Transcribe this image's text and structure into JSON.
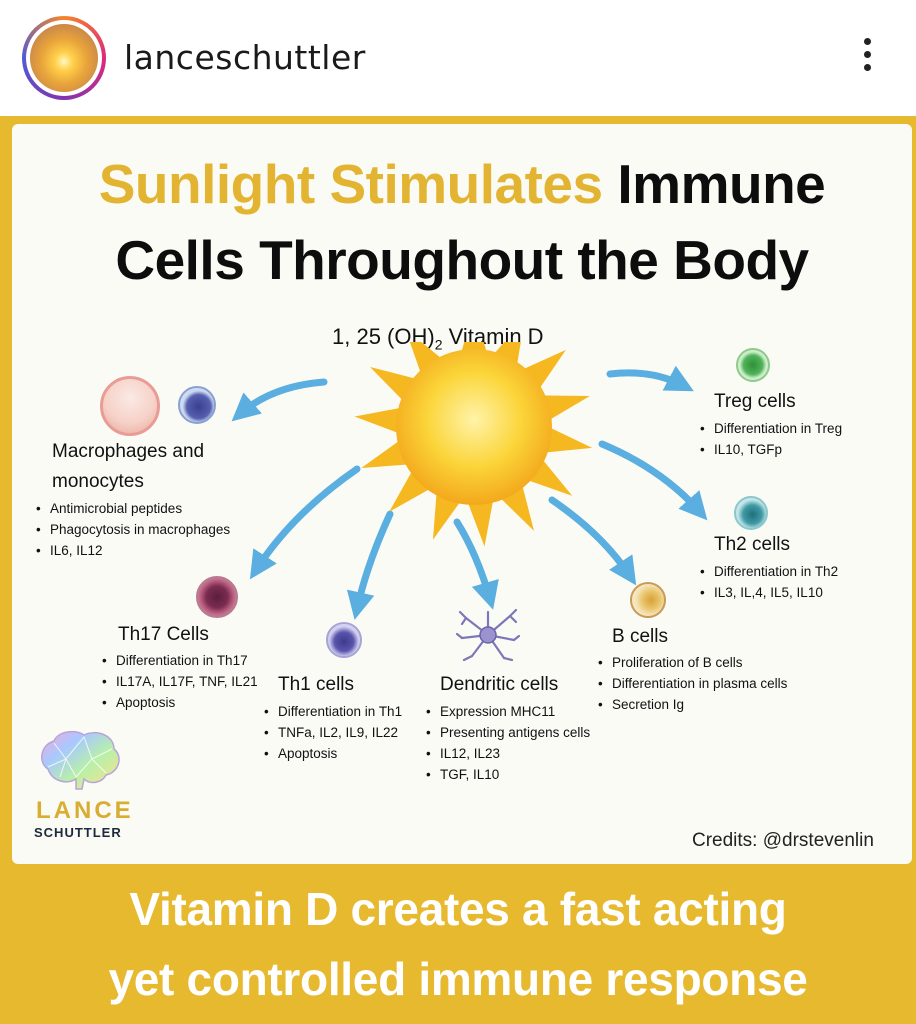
{
  "header": {
    "username": "lanceschuttler"
  },
  "infographic": {
    "title_gold": "Sunlight Stimulates",
    "title_black_1": "Immune",
    "title_black_2": "Cells Throughout the Body",
    "vitamin_label_main": "1, 25 (OH)",
    "vitamin_label_sub": "2",
    "vitamin_label_end": " Vitamin D",
    "groups": {
      "macrophages": {
        "title_1": "Macrophages and",
        "title_2": "monocytes",
        "items": [
          "Antimicrobial peptides",
          "Phagocytosis in macrophages",
          "IL6, IL12"
        ]
      },
      "treg": {
        "title": "Treg cells",
        "items": [
          "Differentiation in Treg",
          "IL10, TGFp"
        ]
      },
      "th2": {
        "title": "Th2 cells",
        "items": [
          "Differentiation in Th2",
          "IL3, IL,4, IL5, IL10"
        ]
      },
      "th17": {
        "title": "Th17 Cells",
        "items": [
          "Differentiation in Th17",
          "IL17A, IL17F, TNF, IL21",
          "Apoptosis"
        ]
      },
      "th1": {
        "title": "Th1 cells",
        "items": [
          "Differentiation in Th1",
          "TNFa, IL2, IL9, IL22",
          "Apoptosis"
        ]
      },
      "dendritic": {
        "title": "Dendritic cells",
        "items": [
          "Expression MHC11",
          "Presenting antigens cells",
          "IL12, IL23",
          "TGF, IL10"
        ]
      },
      "bcells": {
        "title": "B cells",
        "items": [
          "Proliferation of B cells",
          "Differentiation in plasma cells",
          "Secretion Ig"
        ]
      }
    },
    "logo_line1": "LANCE",
    "logo_line2": "SCHUTTLER",
    "credits": "Credits: @drstevenlin"
  },
  "caption": {
    "bold_part": "Vitamin D",
    "line1_rest": " creates a fast acting",
    "line2": "yet controlled immune response"
  },
  "colors": {
    "gold": "#e3b431",
    "frame": "#e6b92f",
    "arrow": "#5aaee0"
  }
}
